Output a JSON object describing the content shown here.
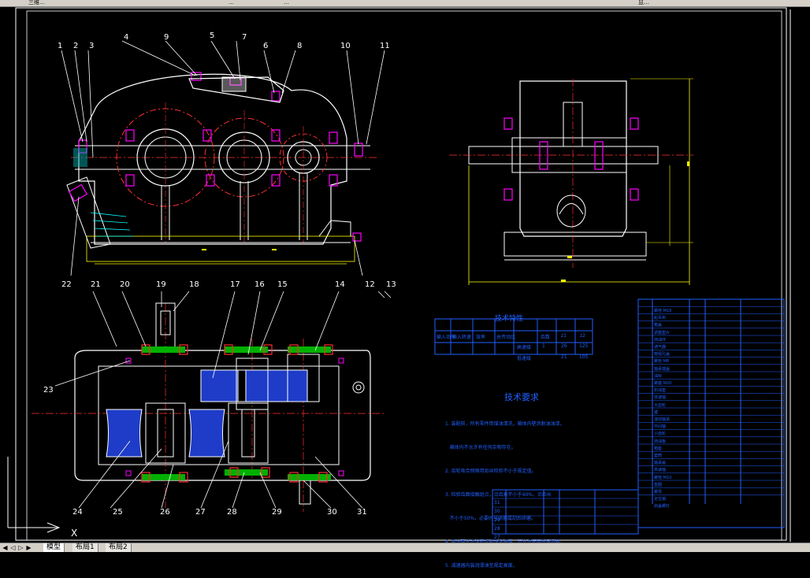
{
  "window": {
    "toolbar_fragments": [
      "三维…",
      "…",
      "…",
      "显…"
    ]
  },
  "drawing": {
    "top_callouts": [
      "1",
      "2",
      "3",
      "4",
      "9",
      "5",
      "7",
      "6",
      "8",
      "10",
      "11"
    ],
    "mid_callouts": [
      "22",
      "21",
      "20",
      "19",
      "18",
      "17",
      "16",
      "15",
      "14",
      "12",
      "13"
    ],
    "left_callout": "23",
    "bottom_callouts": [
      "24",
      "25",
      "26",
      "27",
      "28",
      "29",
      "30",
      "31"
    ],
    "axis_label": "X",
    "spec_table": {
      "title": "技术特性",
      "header": [
        "输入功率",
        "输入转速",
        "效率",
        "总传动比",
        "",
        "齿数",
        "z1",
        "z2"
      ],
      "rows": [
        [
          "",
          "",
          "",
          "",
          "高速级",
          "1",
          "26",
          "125"
        ],
        [
          "",
          "",
          "",
          "",
          "低速级",
          "",
          "21",
          "105"
        ]
      ]
    },
    "requirements": {
      "title": "技术要求",
      "lines": [
        "1. 装配前，所有零件用煤油清洗，箱体内壁涂耐油油漆。",
        "   箱体内不允许有任何杂物存在。",
        "2. 齿轮啮合侧隙用铅丝检验不小于规定值。",
        "3. 检验齿面接触斑点，沿齿高不小于40%，沿齿长",
        "   不小于50%，必要时可研磨或刮后研磨。",
        "4. 剖分面允许涂密封胶或水玻璃，不允许使用任何填料。",
        "5. 减速器内装润滑油至规定高度。"
      ]
    },
    "bom_rows": [
      "螺栓 M16",
      "起吊钩",
      "箱盖",
      "调整垫片",
      "挡油环",
      "通气器",
      "窥视孔盖",
      "螺栓 M8",
      "轴承端盖",
      "油标",
      "螺塞 M20",
      "封油垫",
      "低速轴",
      "大齿轮",
      "键",
      "滚动轴承",
      "中间轴",
      "小齿轮",
      "挡油板",
      "箱座",
      "套筒",
      "轴承盖",
      "高速轴",
      "螺栓 M10",
      "垫圈",
      "螺母",
      "定位销",
      "启盖螺钉"
    ],
    "title_block": {
      "rows": [
        "31",
        "30",
        "29",
        "28",
        "27"
      ]
    }
  },
  "tabs": {
    "items": [
      "模型",
      "布局1",
      "布局2"
    ],
    "active": 0
  }
}
